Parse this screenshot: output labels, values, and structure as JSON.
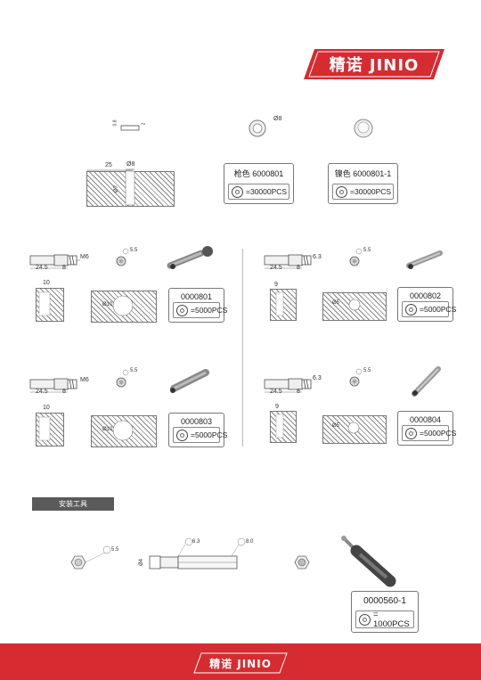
{
  "brand": {
    "logo_text": "精诺 JINIO",
    "color": "#d62b30"
  },
  "top_section": {
    "dim_side_a": "0.8",
    "dim_side_b": "2",
    "washer_dim": "Ø8",
    "drawing_dim_width": "25",
    "drawing_dim_hole": "Ø8",
    "drawing_dim_inner": "Ø7",
    "info_gun": {
      "code": "枪色 6000801",
      "qty": "=30000PCS"
    },
    "info_nickel": {
      "code": "镍色 6000801-1",
      "qty": "=30000PCS"
    }
  },
  "products": [
    {
      "len": "24.5",
      "head": "8",
      "thread": "M6",
      "hex": "5.5",
      "block_w": "10",
      "hole": "Ø10",
      "code": "0000801",
      "qty": "=5000PCS"
    },
    {
      "len": "24.5",
      "head": "8",
      "thread": "6.3",
      "hex": "5.5",
      "block_w": "9",
      "hole": "Ø5",
      "code": "0000802",
      "qty": "=5000PCS"
    },
    {
      "len": "24.5",
      "head": "8",
      "thread": "M6",
      "hex": "5.5",
      "block_w": "10",
      "hole": "Ø10",
      "code": "0000803",
      "qty": "=5000PCS"
    },
    {
      "len": "24.5",
      "head": "8",
      "thread": "6.3",
      "hex": "5.5",
      "block_w": "9",
      "hole": "Ø5",
      "code": "0000804",
      "qty": "=5000PCS"
    }
  ],
  "tools": {
    "section_title": "安装工具",
    "hex_dim": "5.5",
    "bit_dim_a": "6.3",
    "bit_dim_b": "8.0",
    "bit_dia": "Ø4",
    "info": {
      "code": "0000560-1",
      "qty": "= 1000PCS"
    }
  }
}
